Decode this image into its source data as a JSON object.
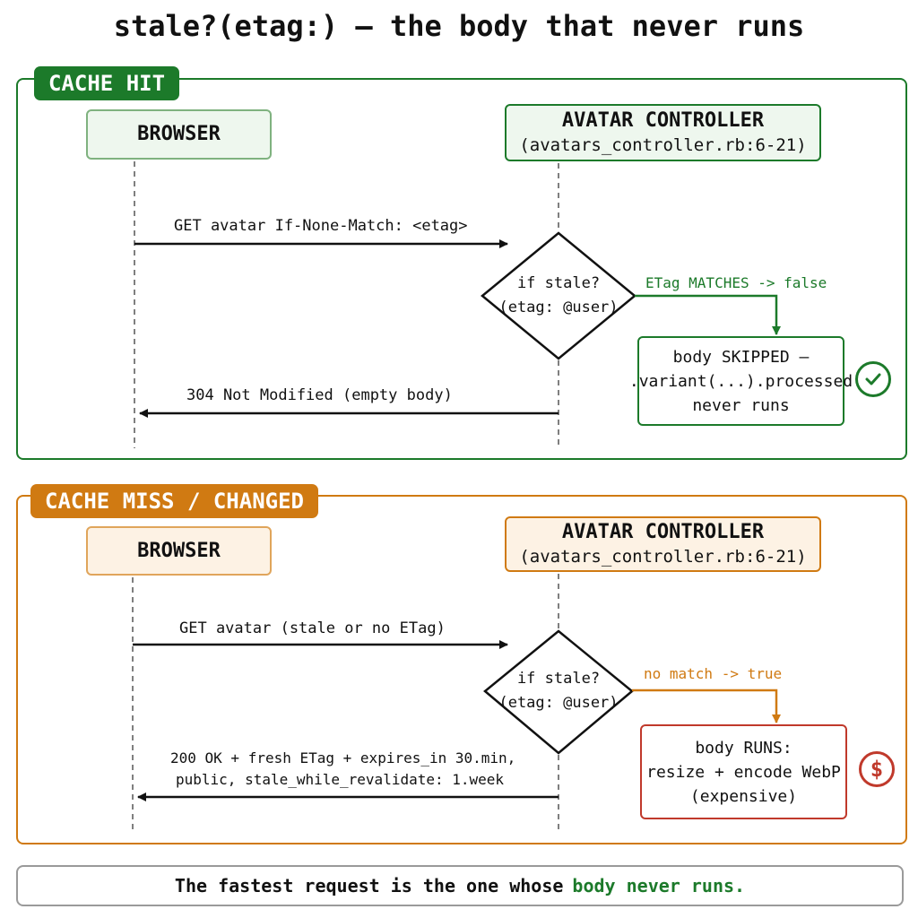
{
  "title": "stale?(etag:) — the body that never runs",
  "colors": {
    "hit": "#1c7a2a",
    "miss": "#d07a12",
    "runs": "#c0392b",
    "dark": "#111111"
  },
  "hit": {
    "tag": "CACHE HIT",
    "browser": "BROWSER",
    "controller": {
      "name": "AVATAR CONTROLLER",
      "file": "(avatars_controller.rb:6-21)"
    },
    "request": "GET avatar  If-None-Match: <etag>",
    "decision": {
      "line1": "if stale?",
      "line2": "(etag: @user)"
    },
    "branch": "ETag MATCHES -> false",
    "result": {
      "line1": "body SKIPPED —",
      "line2": ".variant(...).processed",
      "line3": "never runs"
    },
    "response": "304 Not Modified  (empty body)",
    "badge_icon": "checkmark-icon"
  },
  "miss": {
    "tag": "CACHE MISS / CHANGED",
    "browser": "BROWSER",
    "controller": {
      "name": "AVATAR CONTROLLER",
      "file": "(avatars_controller.rb:6-21)"
    },
    "request": "GET avatar  (stale or no ETag)",
    "decision": {
      "line1": "if stale?",
      "line2": "(etag: @user)"
    },
    "branch": "no match -> true",
    "result": {
      "line1": "body RUNS:",
      "line2": "resize + encode WebP",
      "line3": "(expensive)"
    },
    "response_line1": "200 OK + fresh ETag + expires_in 30.min,",
    "response_line2": "public, stale_while_revalidate: 1.week",
    "badge_icon": "dollar-icon",
    "badge_symbol": "$"
  },
  "footer": {
    "text": "The fastest request is the one whose",
    "highlight": "body never runs."
  }
}
